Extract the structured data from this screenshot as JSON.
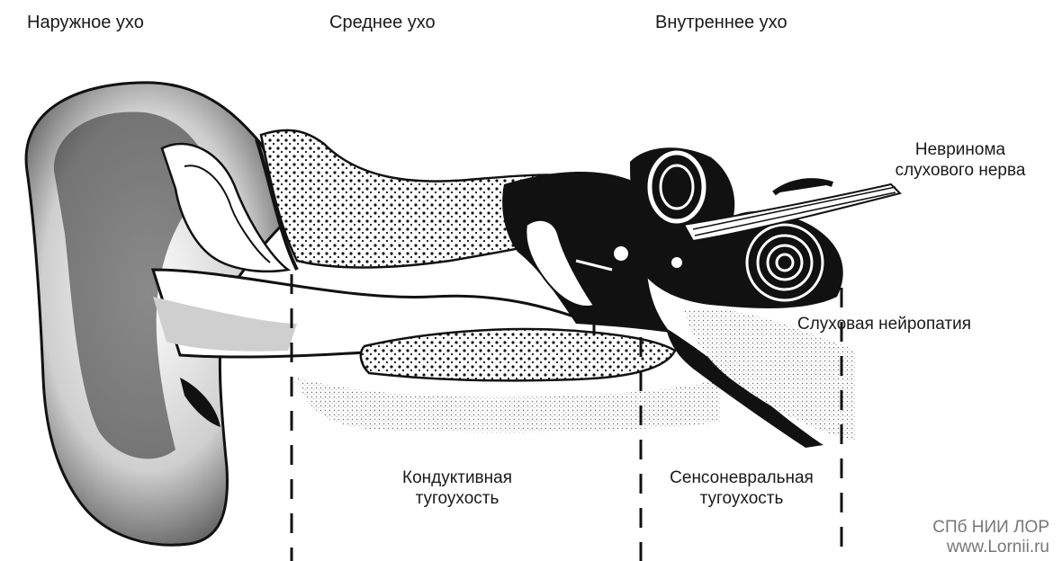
{
  "headers": {
    "outer_ear": "Наружное ухо",
    "middle_ear": "Среднее ухо",
    "inner_ear": "Внутреннее ухо"
  },
  "labels": {
    "acoustic_neuroma_line1": "Невринома",
    "acoustic_neuroma_line2": "слухового нерва",
    "auditory_neuropathy": "Слуховая нейропатия",
    "conductive_line1": "Кондуктивная",
    "conductive_line2": "тугоухость",
    "sensorineural_line1": "Сенсоневральная",
    "sensorineural_line2": "тугоухость"
  },
  "watermark": {
    "line1": "СПб НИИ ЛОР",
    "line2": "www.Lornii.ru"
  },
  "colors": {
    "ink": "#111111",
    "text": "#1a1a1a",
    "watermark": "#777777",
    "shade": "#bdbdbd"
  }
}
